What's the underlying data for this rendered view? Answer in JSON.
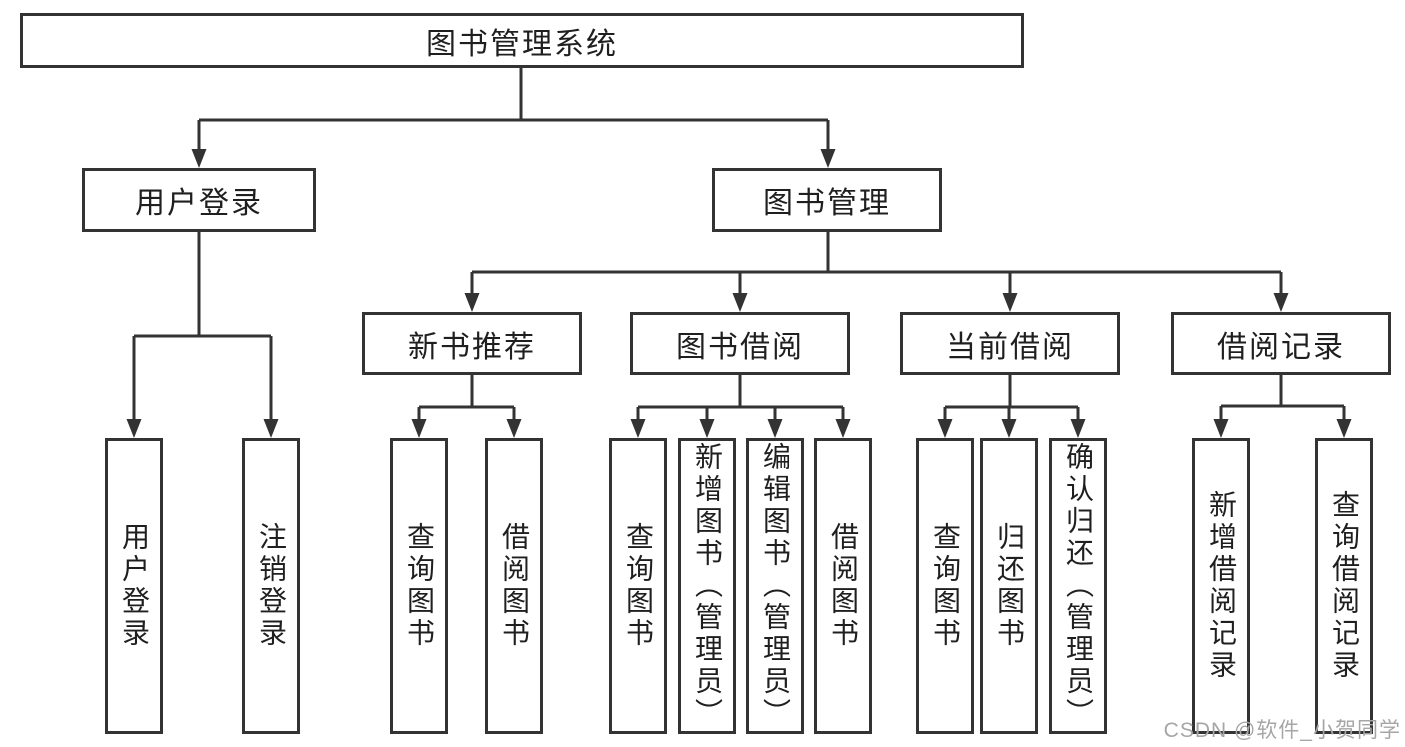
{
  "diagram": {
    "root": {
      "label": "图书管理系统"
    },
    "branches": [
      {
        "label": "用户登录",
        "leaves": [
          {
            "label": "用户登录"
          },
          {
            "label": "注销登录"
          }
        ]
      },
      {
        "label": "图书管理",
        "groups": [
          {
            "label": "新书推荐",
            "leaves": [
              {
                "label": "查询图书"
              },
              {
                "label": "借阅图书"
              }
            ]
          },
          {
            "label": "图书借阅",
            "leaves": [
              {
                "label": "查询图书"
              },
              {
                "label": "新增图书（管理员）"
              },
              {
                "label": "编辑图书（管理员）"
              },
              {
                "label": "借阅图书"
              }
            ]
          },
          {
            "label": "当前借阅",
            "leaves": [
              {
                "label": "查询图书"
              },
              {
                "label": "归还图书"
              },
              {
                "label": "确认归还（管理员）"
              }
            ]
          },
          {
            "label": "借阅记录",
            "leaves": [
              {
                "label": "新增借阅记录"
              },
              {
                "label": "查询借阅记录"
              }
            ]
          }
        ]
      }
    ]
  },
  "watermark": {
    "text": "CSDN @软件_小贺同学"
  },
  "colors": {
    "line": "#333333",
    "box_border": "#333333",
    "text": "#1f1f1f",
    "watermark": "#a6a6a6",
    "background": "#ffffff"
  }
}
